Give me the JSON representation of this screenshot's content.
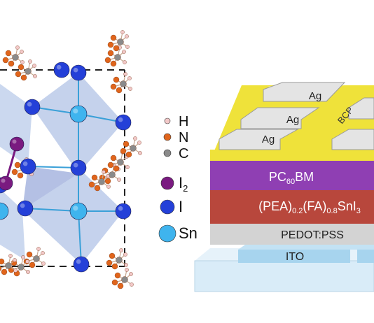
{
  "colors": {
    "hydrogen": "#f2c8c8",
    "nitrogen": "#e0651c",
    "carbon": "#8a8a8a",
    "iodine2": "#7a1a80",
    "iodine": "#2440d8",
    "tin": "#3fb4ee",
    "octahedron": "#7f9cd6",
    "silver": "#e4e4e4",
    "bcp": "#efe23a",
    "pcbm": "#8f3fb3",
    "perovskite": "#b8473c",
    "pedot": "#d3d3d3",
    "ito": "#a7d4ee",
    "glass": "#d9ecf8"
  },
  "legend": [
    {
      "symbol": "H",
      "kind": "hydrogen"
    },
    {
      "symbol": "N",
      "kind": "nitrogen"
    },
    {
      "symbol": "C",
      "kind": "carbon"
    },
    {
      "symbol": "I",
      "subscript": "2",
      "kind": "iodine2"
    },
    {
      "symbol": "I",
      "kind": "iodine"
    },
    {
      "symbol": "Sn",
      "kind": "tin"
    }
  ],
  "device": {
    "electrodes": [
      "Ag",
      "Ag",
      "Ag"
    ],
    "bcp": "BCP",
    "pcbm": {
      "a": "PC",
      "sub": "60",
      "b": "BM"
    },
    "perovskite": {
      "a": "(PEA)",
      "s1": "0.2",
      "b": "(FA)",
      "s2": "0.8",
      "c": "SnI",
      "s3": "3"
    },
    "pedot": "PEDOT:PSS",
    "ito": "ITO"
  }
}
